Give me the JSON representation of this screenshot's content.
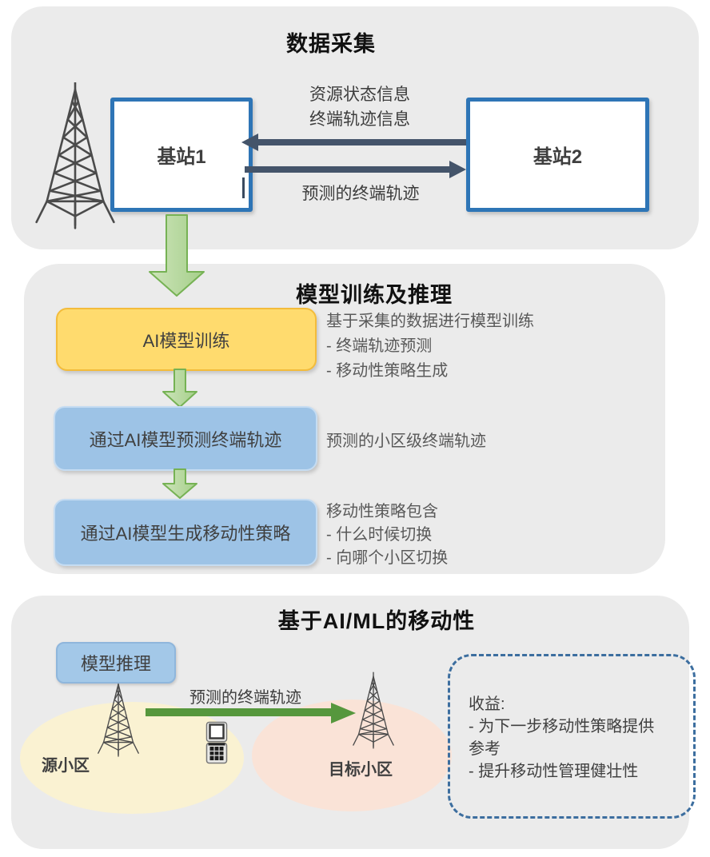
{
  "data_collection": {
    "title": "数据采集",
    "base_station_1": "基站1",
    "base_station_2": "基站2",
    "exchange_label_line1": "资源状态信息",
    "exchange_label_line2": "终端轨迹信息",
    "predicted_label": "预测的终端轨迹"
  },
  "training": {
    "title": "模型训练及推理",
    "steps": [
      {
        "label": "AI模型训练",
        "notes": [
          "基于采集的数据进行模型训练",
          "- 终端轨迹预测",
          "- 移动性策略生成"
        ]
      },
      {
        "label": "通过AI模型预测终端轨迹",
        "notes": [
          "预测的小区级终端轨迹"
        ]
      },
      {
        "label": "通过AI模型生成移动性策略",
        "notes": [
          "移动性策略包含",
          "- 什么时候切换",
          "- 向哪个小区切换"
        ]
      }
    ]
  },
  "mobility": {
    "title": "基于AI/ML的移动性",
    "model_inference": "模型推理",
    "arrow_label": "预测的终端轨迹",
    "source_cell": "源小区",
    "target_cell": "目标小区",
    "benefit_lines": [
      "收益:",
      "- 为下一步移动性策略提供",
      "参考",
      "- 提升移动性管理健壮性"
    ]
  },
  "icons": {
    "tower": "radio-tower-icon",
    "phone": "mobile-phone-icon"
  },
  "colors": {
    "panel_bg": "#ebebeb",
    "station_border": "#2e75b6",
    "dark_arrow": "#44546a",
    "flow_arrow_fill": "#a9d18e",
    "flow_arrow_stroke": "#76b254",
    "train_box_fill": "#ffdb6e",
    "train_box_border": "#f3bc3b",
    "infer_box_fill": "#9dc3e6",
    "infer_box_border": "#c5dcf2",
    "mobility_arrow_green": "#56973d",
    "source_cell_fill": "#faf2d2",
    "target_cell_fill": "#fae3d7",
    "benefit_border": "#3c6e9f"
  }
}
